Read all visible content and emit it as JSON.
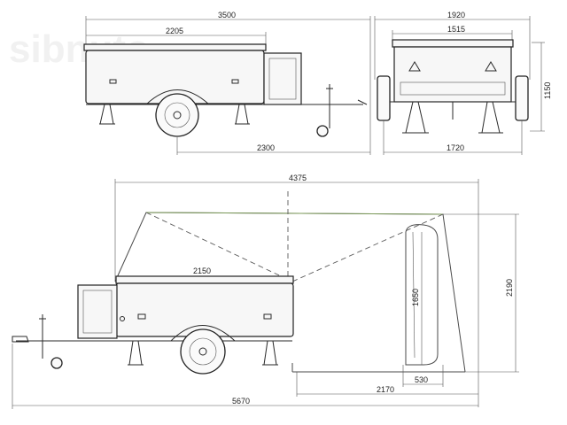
{
  "watermark": {
    "text": "sibnuto"
  },
  "side_view_top": {
    "overall_length": "3500",
    "body_length": "2205",
    "axle_to_hitch": "2300"
  },
  "rear_view": {
    "overall_width": "1920",
    "body_width": "1515",
    "track_width": "1720",
    "height": "1150"
  },
  "tent_view": {
    "tent_length": "4375",
    "body_length": "2150",
    "tent_height": "2190",
    "door_height": "1650",
    "door_width": "530",
    "tent_floor_length": "2170",
    "overall_length": "5670"
  },
  "colors": {
    "line": "#2a2a2a",
    "ridge": "#7c9a5a",
    "background": "#ffffff"
  }
}
